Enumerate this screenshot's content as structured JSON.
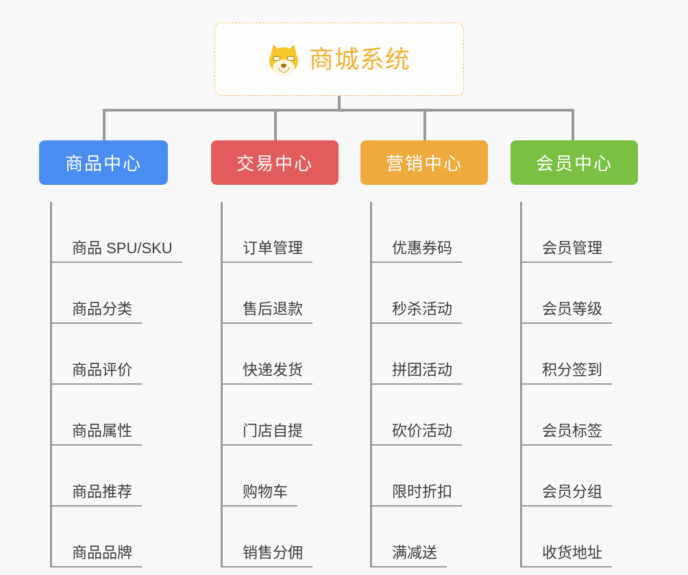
{
  "root": {
    "title": "商城系统",
    "icon": "dog-face-icon",
    "accent_color": "#f2b134",
    "border_color": "#f0c060"
  },
  "columns": [
    {
      "title": "商品中心",
      "color": "#4a8df0",
      "items": [
        "商品 SPU/SKU",
        "商品分类",
        "商品评价",
        "商品属性",
        "商品推荐",
        "商品品牌"
      ]
    },
    {
      "title": "交易中心",
      "color": "#e25c5c",
      "items": [
        "订单管理",
        "售后退款",
        "快递发货",
        "门店自提",
        "购物车",
        "销售分佣"
      ]
    },
    {
      "title": "营销中心",
      "color": "#eeaa3c",
      "items": [
        "优惠券码",
        "秒杀活动",
        "拼团活动",
        "砍价活动",
        "限时折扣",
        "满减送"
      ]
    },
    {
      "title": "会员中心",
      "color": "#7ac143",
      "items": [
        "会员管理",
        "会员等级",
        "积分签到",
        "会员标签",
        "会员分组",
        "收货地址"
      ]
    }
  ],
  "theme": {
    "background": "#f8f8f8",
    "connector_color": "#9a9a9a",
    "leaf_text_color": "#3c3c3c"
  }
}
